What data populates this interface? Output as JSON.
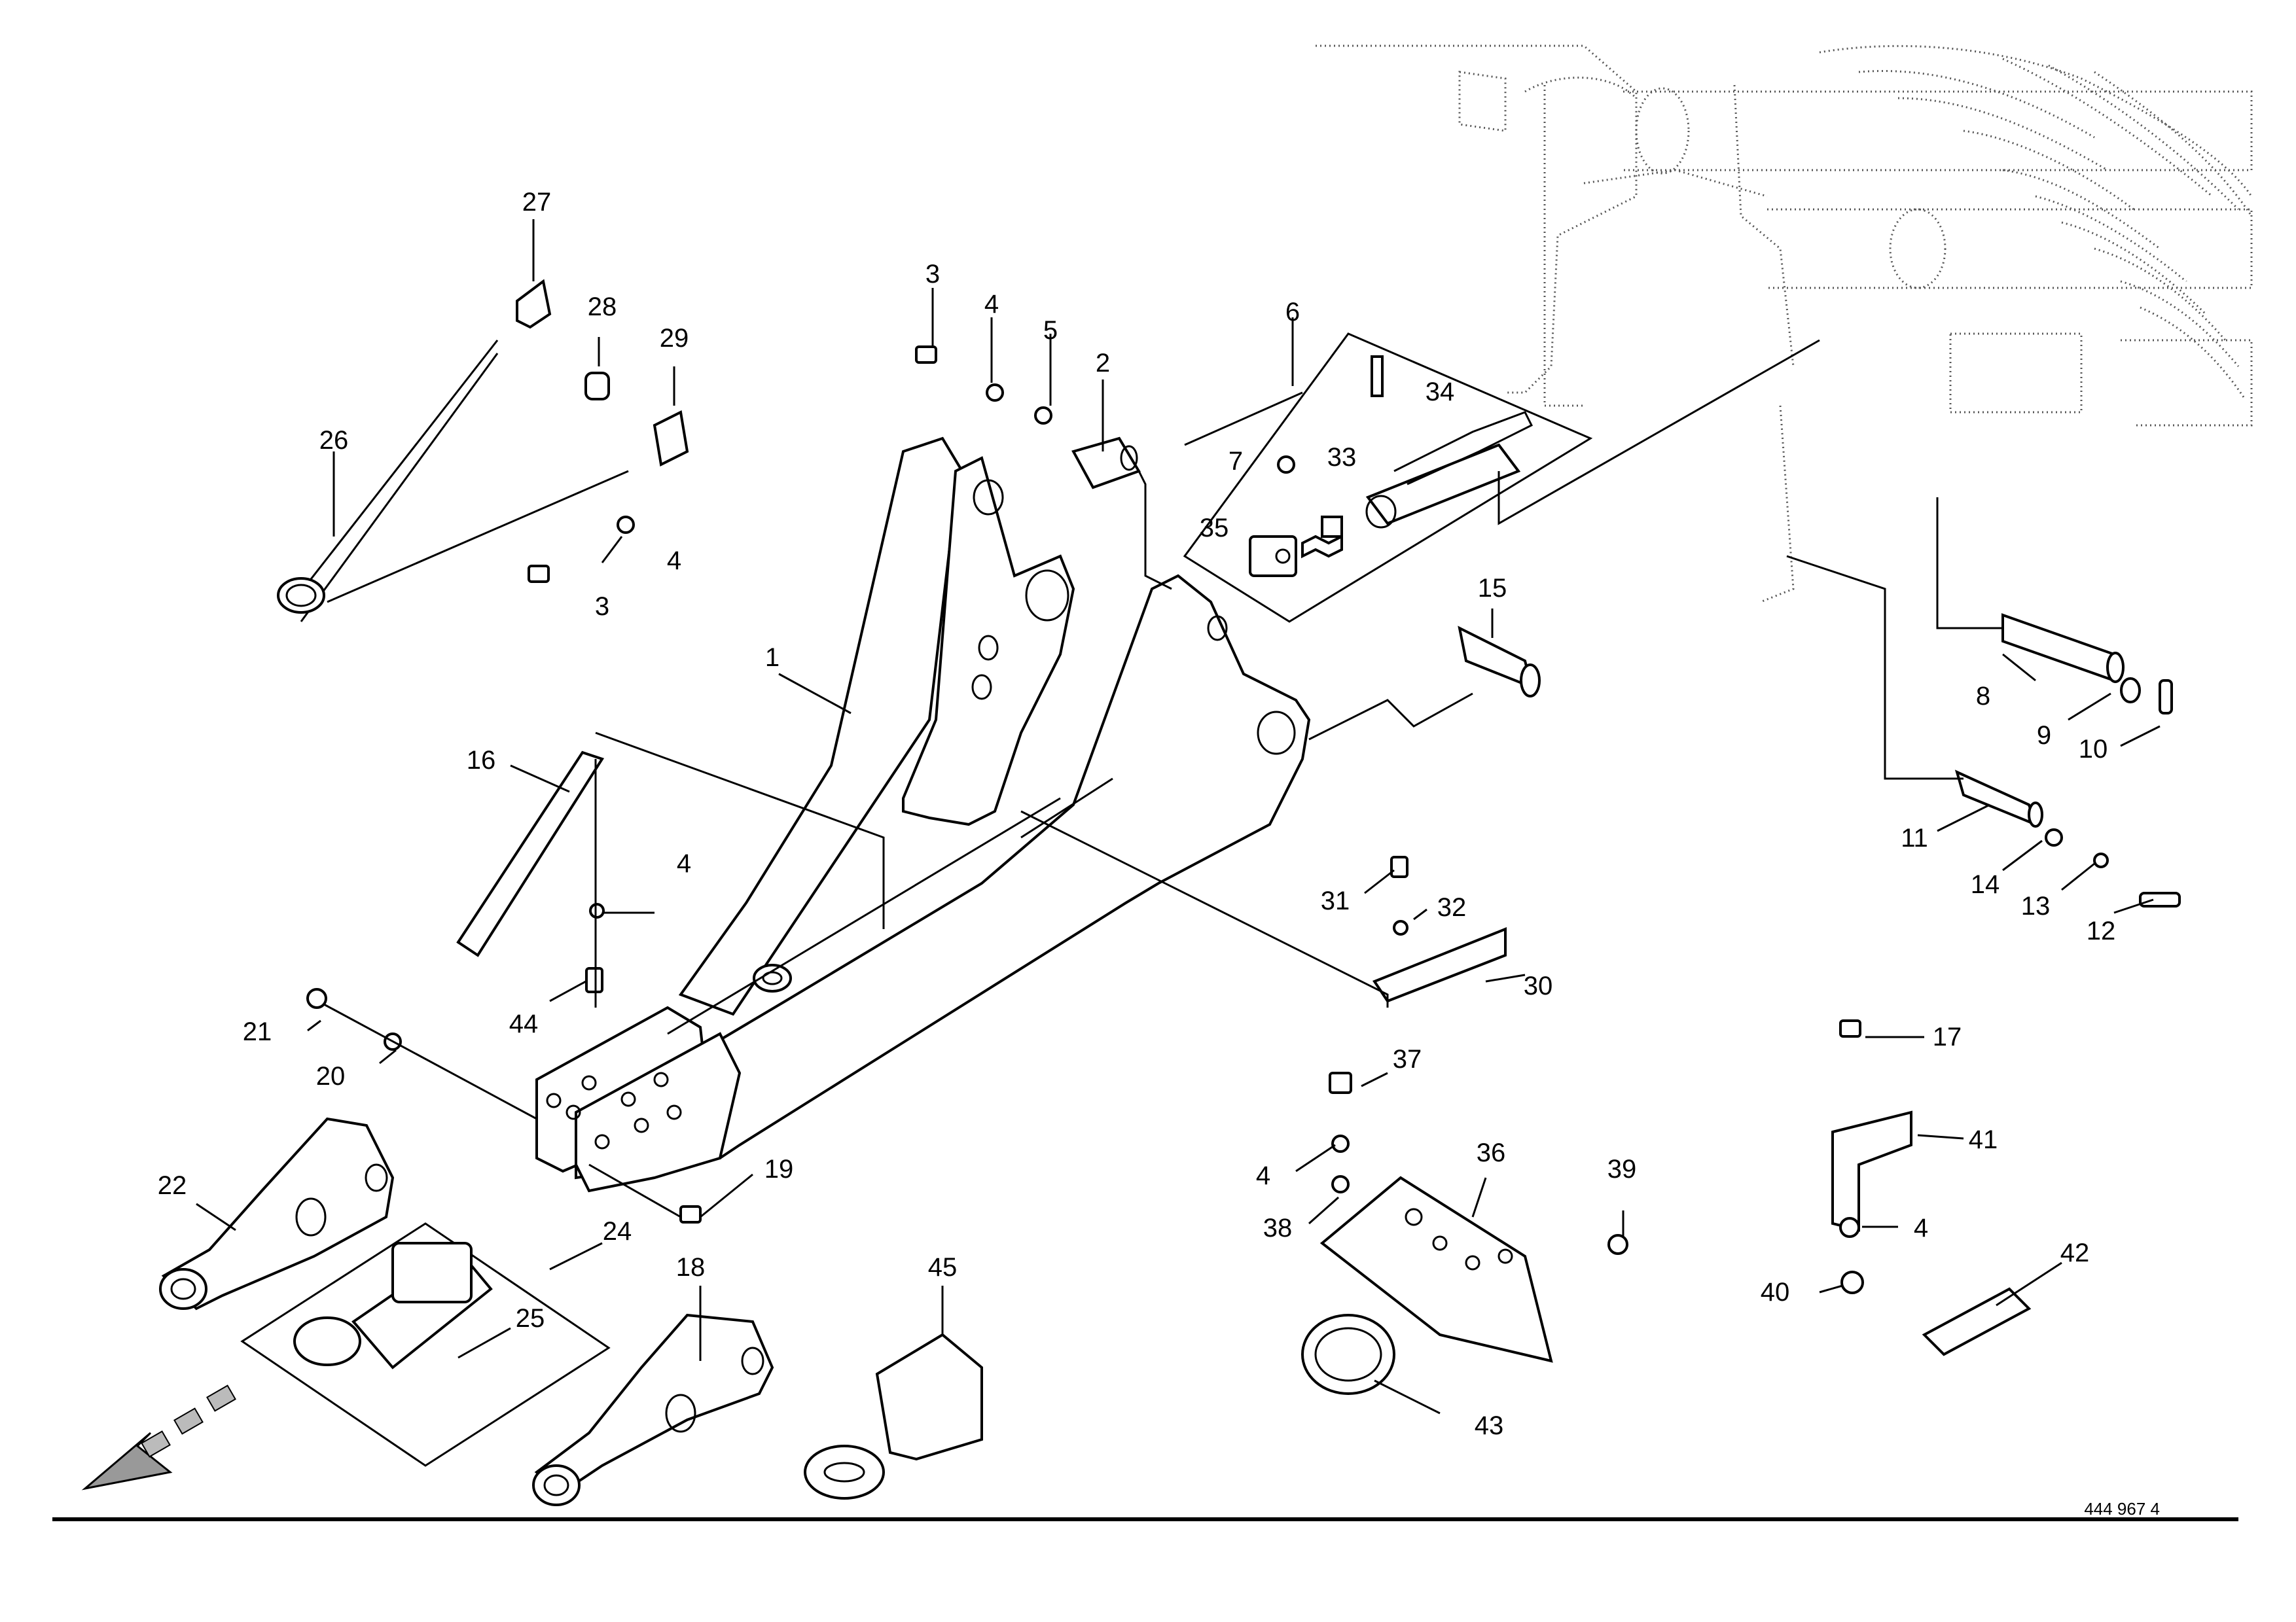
{
  "document": {
    "drawing_number": "444 967 4"
  },
  "callouts": {
    "c1": "1",
    "c2": "2",
    "c3a": "3",
    "c3b": "3",
    "c4a": "4",
    "c4b": "4",
    "c4c": "4",
    "c4d": "4",
    "c4e": "4",
    "c5": "5",
    "c6": "6",
    "c7": "7",
    "c8": "8",
    "c9": "9",
    "c10": "10",
    "c11": "11",
    "c12": "12",
    "c13": "13",
    "c14": "14",
    "c15": "15",
    "c16": "16",
    "c17": "17",
    "c18": "18",
    "c19": "19",
    "c20": "20",
    "c21": "21",
    "c22": "22",
    "c24": "24",
    "c25": "25",
    "c26": "26",
    "c27": "27",
    "c28": "28",
    "c29": "29",
    "c30": "30",
    "c31": "31",
    "c32": "32",
    "c33": "33",
    "c34": "34",
    "c35": "35",
    "c36": "36",
    "c37": "37",
    "c38": "38",
    "c39": "39",
    "c40": "40",
    "c41": "41",
    "c42": "42",
    "c43": "43",
    "c44": "44",
    "c45": "45"
  }
}
